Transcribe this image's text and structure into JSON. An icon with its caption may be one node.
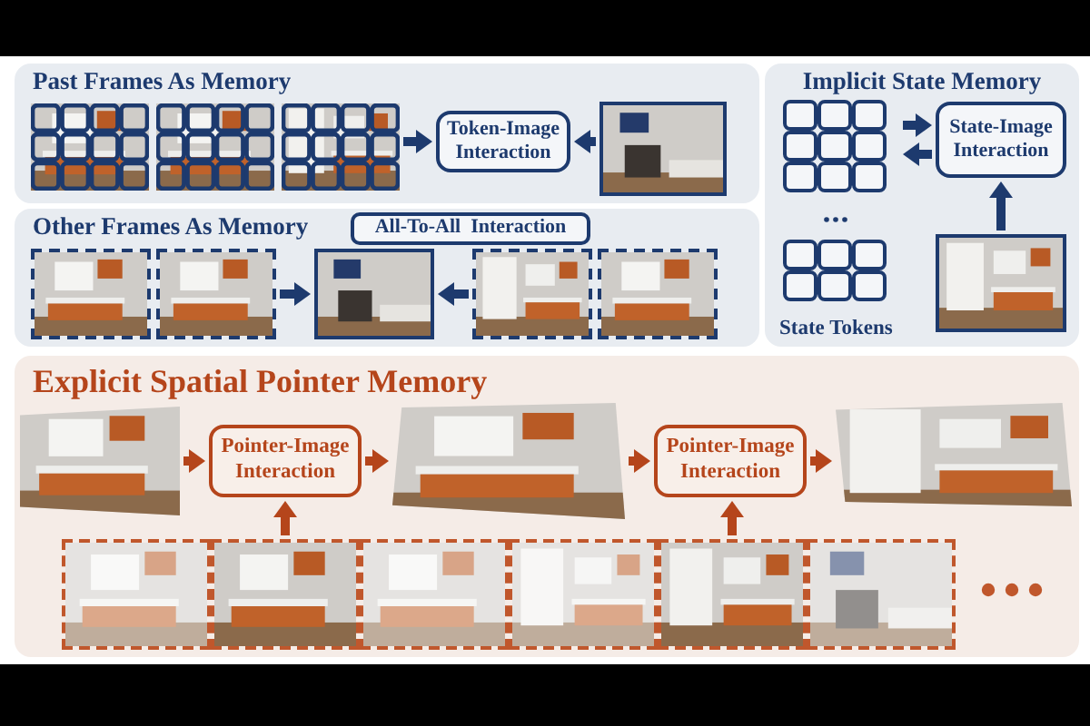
{
  "diagram": {
    "nodes": [
      {
        "text": [
          "Past Frames As Memory"
        ]
      },
      {
        "text": [],
        "shape": "picture",
        "in": 0
      },
      {
        "text": [],
        "shape": "picture",
        "in": 0
      },
      {
        "text": [],
        "shape": "picture",
        "in": 0
      },
      {
        "text": [
          "Token-Image Interaction"
        ],
        "in": 0
      },
      {
        "text": [],
        "shape": "picture",
        "in": 0
      },
      {
        "text": [
          "Other Frames As Memory"
        ]
      },
      {
        "text": [
          "All-To-All  Interaction"
        ],
        "in": 6
      },
      {
        "text": [],
        "shape": "picture",
        "in": 6
      },
      {
        "text": [],
        "shape": "picture",
        "in": 6
      },
      {
        "text": [],
        "shape": "picture",
        "in": 6
      },
      {
        "text": [],
        "shape": "picture",
        "in": 6
      },
      {
        "text": [],
        "shape": "picture",
        "in": 6
      },
      {
        "text": [
          "Implicit State Memory"
        ]
      },
      {
        "text": [
          "State Tokens"
        ],
        "in": 13
      },
      {
        "text": [
          "State-Image Interaction"
        ],
        "in": 13
      },
      {
        "text": [],
        "shape": "picture",
        "in": 13
      },
      {
        "text": [
          "Explicit Spatial Pointer Memory"
        ]
      },
      {
        "text": [],
        "shape": "picture",
        "in": 17
      },
      {
        "text": [
          "Pointer-Image Interaction"
        ],
        "in": 17
      },
      {
        "text": [],
        "shape": "picture",
        "in": 17
      },
      {
        "text": [
          "Pointer-Image Interaction"
        ],
        "in": 17
      },
      {
        "text": [],
        "shape": "picture",
        "in": 17
      },
      {
        "text": [],
        "shape": "picture",
        "in": 17
      },
      {
        "text": [],
        "shape": "picture",
        "in": 17
      },
      {
        "text": [],
        "shape": "picture",
        "in": 17
      },
      {
        "text": [],
        "shape": "picture",
        "in": 17
      },
      {
        "text": [],
        "shape": "picture",
        "in": 17
      },
      {
        "text": [],
        "shape": "picture",
        "in": 17
      }
    ],
    "edges": [
      {
        "from": 3,
        "to": 4,
        "arrow": "to"
      },
      {
        "from": 5,
        "to": 4,
        "arrow": "to"
      },
      {
        "from": 9,
        "to": 10,
        "arrow": "to"
      },
      {
        "from": 11,
        "to": 10,
        "arrow": "to"
      },
      {
        "from": 14,
        "to": 15,
        "arrow": "to"
      },
      {
        "from": 15,
        "to": 14,
        "arrow": "to"
      },
      {
        "from": 16,
        "to": 15,
        "arrow": "to"
      },
      {
        "from": 18,
        "to": 19,
        "arrow": "to",
        "color": "#b5451b"
      },
      {
        "from": 19,
        "to": 20,
        "arrow": "to",
        "color": "#b5451b"
      },
      {
        "from": 20,
        "to": 21,
        "arrow": "to",
        "color": "#b5451b"
      },
      {
        "from": 21,
        "to": 22,
        "arrow": "to",
        "color": "#b5451b"
      },
      {
        "from": 24,
        "to": 19,
        "arrow": "to",
        "color": "#b5451b"
      },
      {
        "from": 27,
        "to": 21,
        "arrow": "to",
        "color": "#b5451b"
      }
    ]
  }
}
